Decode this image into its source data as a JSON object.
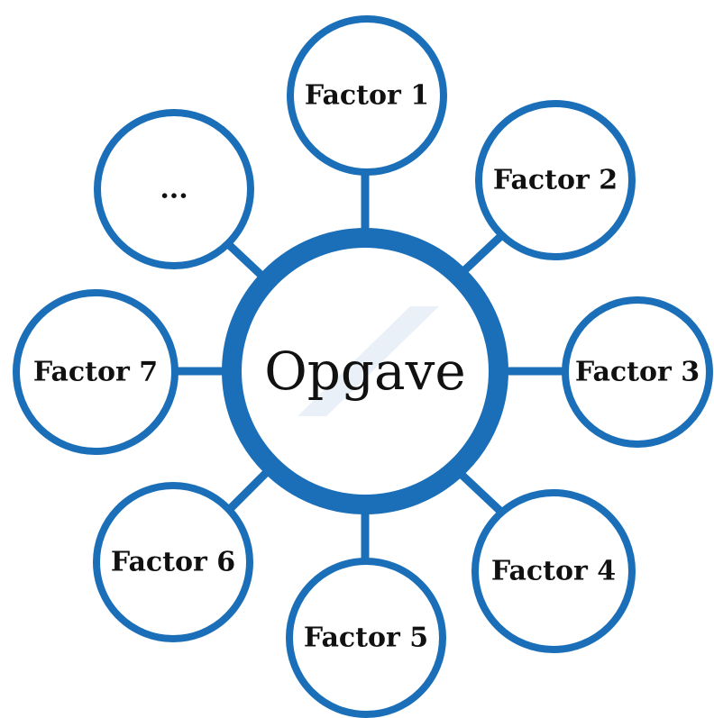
{
  "diagram": {
    "center": {
      "label": "Opgave"
    },
    "nodes": [
      {
        "id": "factor-1",
        "label": "Factor 1"
      },
      {
        "id": "factor-2",
        "label": "Factor 2"
      },
      {
        "id": "factor-3",
        "label": "Factor 3"
      },
      {
        "id": "factor-4",
        "label": "Factor 4"
      },
      {
        "id": "factor-5",
        "label": "Factor 5"
      },
      {
        "id": "factor-6",
        "label": "Factor 6"
      },
      {
        "id": "factor-7",
        "label": "Factor 7"
      },
      {
        "id": "more",
        "label": "..."
      }
    ],
    "colors": {
      "accent": "#1a6fb8",
      "text": "#111111",
      "fill": "#ffffff"
    }
  }
}
